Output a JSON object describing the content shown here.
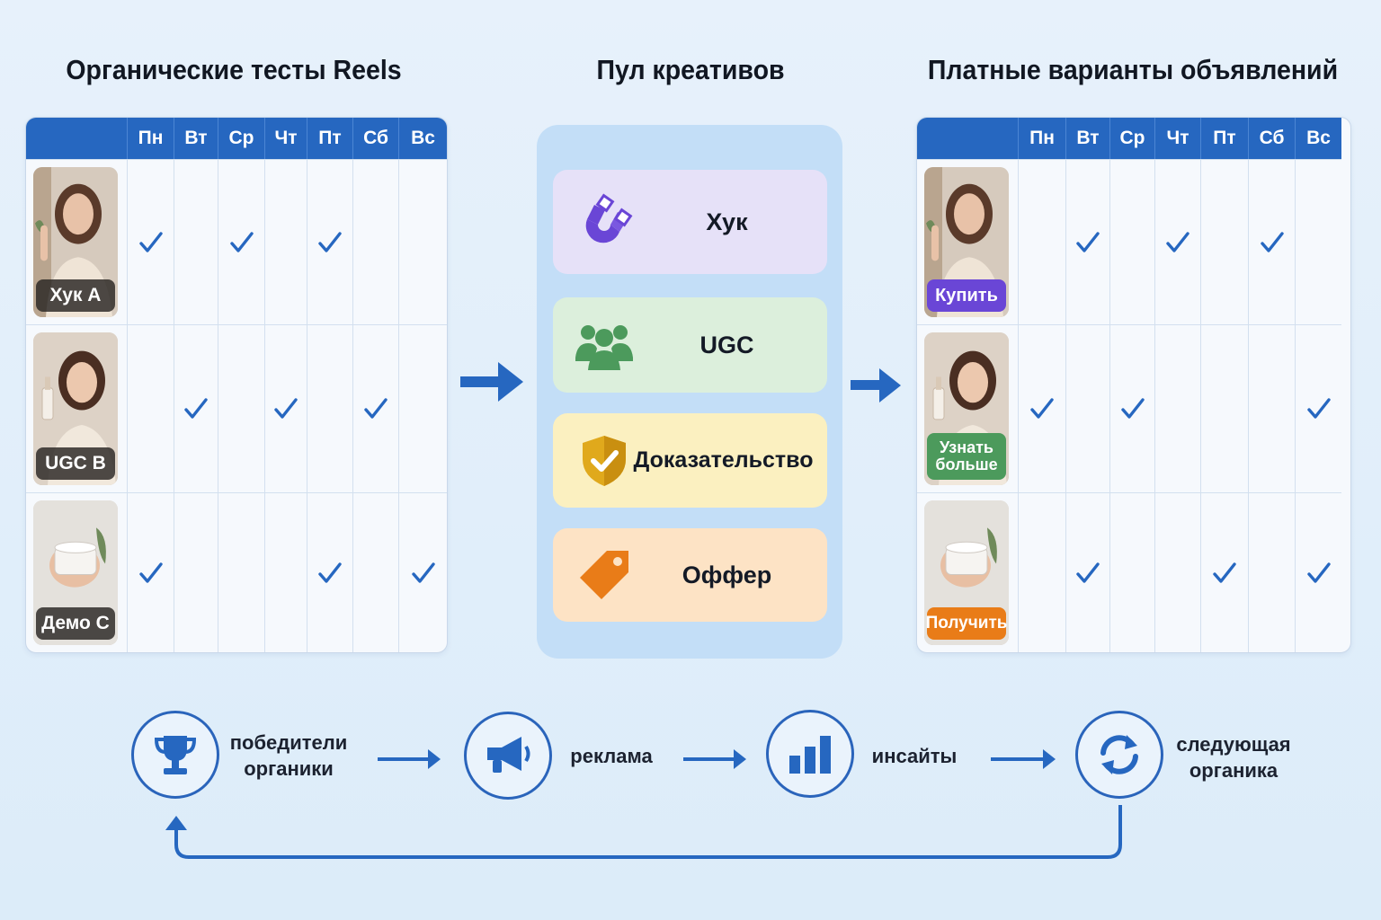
{
  "titles": {
    "organic": "Органические тесты Reels",
    "pool": "Пул креативов",
    "paid": "Платные варианты объявлений"
  },
  "days": [
    "Пн",
    "Вт",
    "Ср",
    "Чт",
    "Пт",
    "Сб",
    "Вс"
  ],
  "organic": {
    "rows": [
      {
        "label": "Хук A",
        "checks": [
          true,
          false,
          true,
          false,
          true,
          false,
          false
        ]
      },
      {
        "label": "UGC B",
        "checks": [
          false,
          true,
          false,
          true,
          false,
          true,
          false
        ]
      },
      {
        "label": "Демо C",
        "checks": [
          true,
          false,
          false,
          false,
          true,
          false,
          true
        ]
      }
    ]
  },
  "pool": {
    "cards": [
      {
        "label": "Хук",
        "icon": "magnet-icon",
        "color": "#6a46d6"
      },
      {
        "label": "UGC",
        "icon": "people-icon",
        "color": "#4c9a5c"
      },
      {
        "label": "Доказательство",
        "icon": "shield-check-icon",
        "color": "#e0a91c"
      },
      {
        "label": "Оффер",
        "icon": "price-tag-icon",
        "color": "#e97c18"
      }
    ]
  },
  "paid": {
    "rows": [
      {
        "label": "Купить",
        "checks": [
          false,
          true,
          false,
          true,
          false,
          true,
          false
        ]
      },
      {
        "label": "Узнать больше",
        "checks": [
          true,
          false,
          true,
          false,
          false,
          false,
          true
        ]
      },
      {
        "label": "Получить",
        "checks": [
          false,
          true,
          false,
          false,
          true,
          false,
          true
        ]
      }
    ]
  },
  "flow": {
    "steps": [
      {
        "label": "победители органики",
        "icon": "trophy-icon"
      },
      {
        "label": "реклама",
        "icon": "megaphone-icon"
      },
      {
        "label": "инсайты",
        "icon": "bar-chart-icon"
      },
      {
        "label": "следующая органика",
        "icon": "refresh-icon"
      }
    ]
  },
  "colors": {
    "primary": "#2667c0",
    "background": "#e2eefa"
  }
}
